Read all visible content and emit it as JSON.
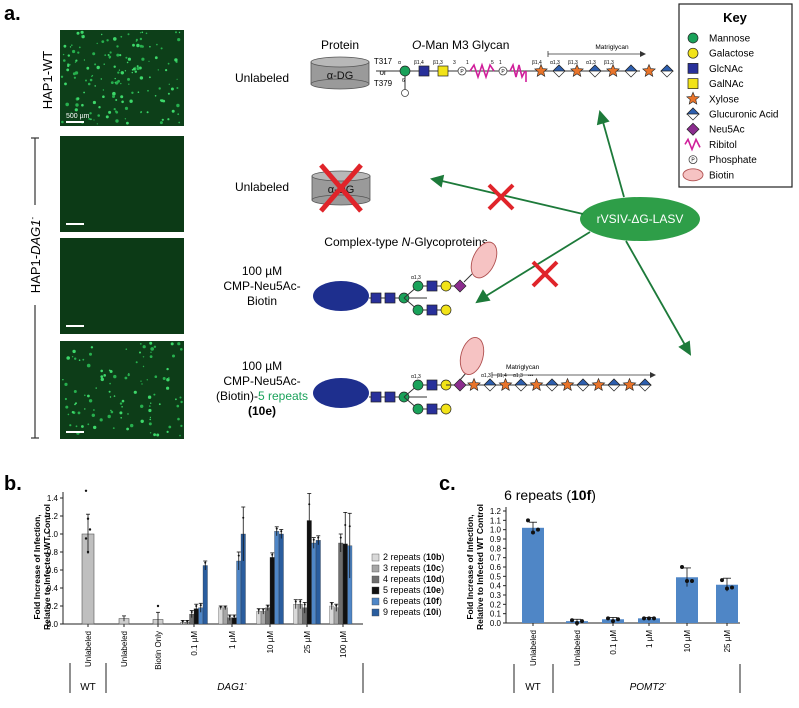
{
  "panel_a": {
    "label": "a.",
    "hap1_wt": "HAP1-WT",
    "hap1_ko_prefix": "HAP1-",
    "hap1_ko_gene": "DAG1",
    "hap1_ko_sup": "-",
    "scale_bar": "500 µm",
    "row_labels": [
      [
        "Unlabeled"
      ],
      [
        "Unlabeled"
      ],
      [
        "100 µM",
        "CMP-Neu5Ac-",
        "Biotin"
      ],
      [
        "100 µM",
        "CMP-Neu5Ac-",
        "(Biotin)-5 repeats",
        "(10e)"
      ]
    ],
    "row4_repeat_text": "5 repeats",
    "protein_title": "Protein",
    "glycan_title_italic": "O",
    "glycan_title_rest": "-Man M3 Glycan",
    "protein_box": "α-DG",
    "t317": "T317",
    "or_text": "or",
    "t379": "T379",
    "complex_title_pre": "Complex-type ",
    "complex_title_italic": "N",
    "complex_title_post": "-Glycoproteins",
    "virus": "rVSIV-ΔG-LASV",
    "matriglycan": "Matriglycan",
    "linkages_top": [
      "α",
      "β1,4",
      "β1,3",
      "3",
      "1",
      "5",
      "1",
      "β1,4",
      "α1,3",
      "β1,3",
      "α1,3",
      "β1,3"
    ],
    "linkages_row4": [
      "α1,3",
      "β1,4",
      "α1,3",
      "•••"
    ],
    "linkages_row3": [
      "α1,3"
    ],
    "linkage_pos6": "6"
  },
  "key": {
    "title": "Key",
    "items": [
      {
        "label": "Mannose",
        "symbol": "circle",
        "color": "#1aa25a"
      },
      {
        "label": "Galactose",
        "symbol": "circle",
        "color": "#f2e318"
      },
      {
        "label": "GlcNAc",
        "symbol": "square",
        "color": "#28309a"
      },
      {
        "label": "GalNAc",
        "symbol": "square",
        "color": "#f2e318"
      },
      {
        "label": "Xylose",
        "symbol": "star",
        "color": "#e8742a"
      },
      {
        "label": "Glucuronic Acid",
        "symbol": "split-diamond",
        "color": "#2d5fb0"
      },
      {
        "label": "Neu5Ac",
        "symbol": "diamond",
        "color": "#8b2c8e"
      },
      {
        "label": "Ribitol",
        "symbol": "zigzag",
        "color": "#d01e9a"
      },
      {
        "label": "Phosphate",
        "symbol": "phosphate",
        "color": "#555555"
      },
      {
        "label": "Biotin",
        "symbol": "ellipse",
        "color": "#f6c3c3"
      }
    ]
  },
  "panel_b": {
    "label": "b.",
    "ylabel1": "Fold Increase of Infection,",
    "ylabel2": "Relative to Infected WT Control",
    "wt": "WT",
    "group_label": "DAG1",
    "group_sup": "-",
    "yticks": [
      "0.0",
      "0.2",
      "0.4",
      "0.6",
      "0.8",
      "1.0",
      "1.2",
      "1.4"
    ],
    "xcats": [
      "Unlabeled",
      "Unlabeled",
      "Biotin Only",
      "0.1 µM",
      "1 µM",
      "10 µM",
      "25 µM",
      "100 µM"
    ],
    "legend": [
      {
        "pre": "2 repeats (",
        "bold": "10b",
        "post": ")",
        "color": "#d9d9d9"
      },
      {
        "pre": "3 repeats (",
        "bold": "10c",
        "post": ")",
        "color": "#a6a6a6"
      },
      {
        "pre": "4 repeats (",
        "bold": "10d",
        "post": ")",
        "color": "#6e6e6e"
      },
      {
        "pre": "5 repeats (",
        "bold": "10e",
        "post": ")",
        "color": "#111111"
      },
      {
        "pre": "6 repeats (",
        "bold": "10f",
        "post": ")",
        "color": "#4f86c6"
      },
      {
        "pre": "9 repeats (",
        "bold": "10i",
        "post": ")",
        "color": "#2a5d9e"
      }
    ]
  },
  "panel_c": {
    "label": "c.",
    "title_pre": "6 repeats (",
    "title_bold": "10f",
    "title_post": ")",
    "ylabel1": "Fold Increase of Infection,",
    "ylabel2": "Relative to Infected WT Control",
    "wt": "WT",
    "group_label": "POMT2",
    "group_sup": "-",
    "yticks": [
      "0.0",
      "0.1",
      "0.2",
      "0.3",
      "0.4",
      "0.5",
      "0.6",
      "0.7",
      "0.8",
      "0.9",
      "1.0",
      "1.1",
      "1.2"
    ],
    "xcats": [
      "Unlabeled",
      "Unlabeled",
      "0.1 µM",
      "1 µM",
      "10 µM",
      "25 µM"
    ]
  },
  "chart_data": [
    {
      "type": "bar",
      "panel": "b",
      "categories": [
        "Unlabeled (WT)",
        "Unlabeled",
        "Biotin Only",
        "0.1 µM",
        "1 µM",
        "10 µM",
        "25 µM",
        "100 µM"
      ],
      "ylim": [
        0,
        1.4
      ],
      "grid": false,
      "legend_position": "right",
      "wt_control": {
        "value": 1.0,
        "error": 0.22
      },
      "controls": {
        "Unlabeled": {
          "value": 0.06,
          "error": 0.03
        },
        "Biotin Only": {
          "value": 0.05,
          "error": 0.08
        }
      },
      "series": [
        {
          "name": "2 repeats (10b)",
          "values": [
            null,
            null,
            null,
            0.02,
            0.18,
            0.14,
            0.22,
            0.2
          ],
          "errors": [
            0,
            0,
            0,
            0.02,
            0.02,
            0.03,
            0.05,
            0.04
          ]
        },
        {
          "name": "3 repeats (10c)",
          "values": [
            null,
            null,
            null,
            0.02,
            0.18,
            0.14,
            0.22,
            0.18
          ],
          "errors": [
            0,
            0,
            0,
            0.02,
            0.02,
            0.03,
            0.05,
            0.04
          ]
        },
        {
          "name": "4 repeats (10d)",
          "values": [
            null,
            null,
            null,
            0.11,
            0.07,
            0.18,
            0.18,
            0.9
          ],
          "errors": [
            0,
            0,
            0,
            0.04,
            0.03,
            0.03,
            0.06,
            0.1
          ]
        },
        {
          "name": "5 repeats (10e)",
          "values": [
            null,
            null,
            null,
            0.17,
            0.07,
            0.74,
            1.15,
            0.89
          ],
          "errors": [
            0,
            0,
            0,
            0.05,
            0.03,
            0.05,
            0.3,
            0.35
          ]
        },
        {
          "name": "6 repeats (10f)",
          "values": [
            null,
            null,
            null,
            0.18,
            0.7,
            1.03,
            0.9,
            0.87
          ],
          "errors": [
            0,
            0,
            0,
            0.05,
            0.1,
            0.05,
            0.06,
            0.36
          ]
        },
        {
          "name": "9 repeats (10i)",
          "values": [
            null,
            null,
            null,
            0.65,
            1.0,
            1.0,
            0.93,
            0.0
          ],
          "errors": [
            0,
            0,
            0,
            0.05,
            0.3,
            0.05,
            0.05,
            0
          ]
        }
      ]
    },
    {
      "type": "bar",
      "panel": "c",
      "title": "6 repeats (10f)",
      "categories": [
        "Unlabeled (WT)",
        "Unlabeled",
        "0.1 µM",
        "1 µM",
        "10 µM",
        "25 µM"
      ],
      "values": [
        1.02,
        0.02,
        0.04,
        0.05,
        0.49,
        0.41
      ],
      "errors": [
        0.06,
        0.02,
        0.02,
        0.01,
        0.1,
        0.07
      ],
      "points": [
        [
          1.1,
          0.97,
          1.0
        ],
        [
          0.03,
          0.0,
          0.02
        ],
        [
          0.05,
          0.02,
          0.04
        ],
        [
          0.05,
          0.05,
          0.05
        ],
        [
          0.6,
          0.45,
          0.45
        ],
        [
          0.46,
          0.37,
          0.38
        ]
      ],
      "ylim": [
        0,
        1.2
      ],
      "color": "#4f86c6"
    }
  ]
}
